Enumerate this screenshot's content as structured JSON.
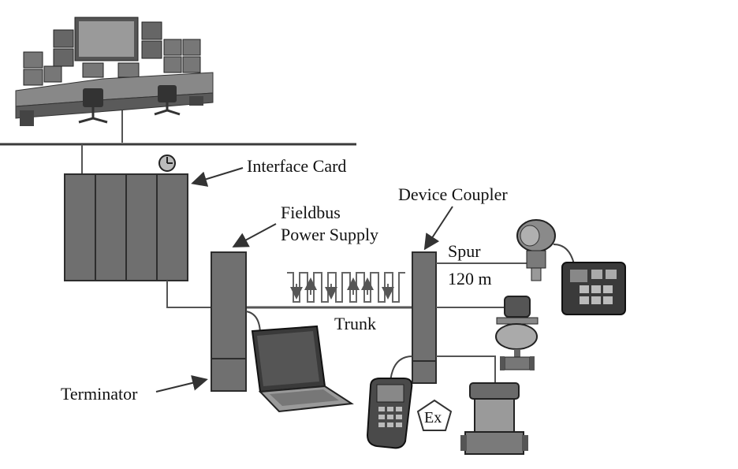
{
  "labels": {
    "interface_card": "Interface Card",
    "fieldbus_power_supply_line1": "Fieldbus",
    "fieldbus_power_supply_line2": "Power Supply",
    "device_coupler": "Device Coupler",
    "spur": "Spur",
    "spur_length": "120 m",
    "trunk": "Trunk",
    "terminator": "Terminator",
    "ex_mark": "Ex"
  },
  "colors": {
    "line": "#4a4a4a",
    "cabinet": "#6d6d6d",
    "cabinet_dark": "#3c3c3c",
    "device": "#8a8a8a"
  }
}
